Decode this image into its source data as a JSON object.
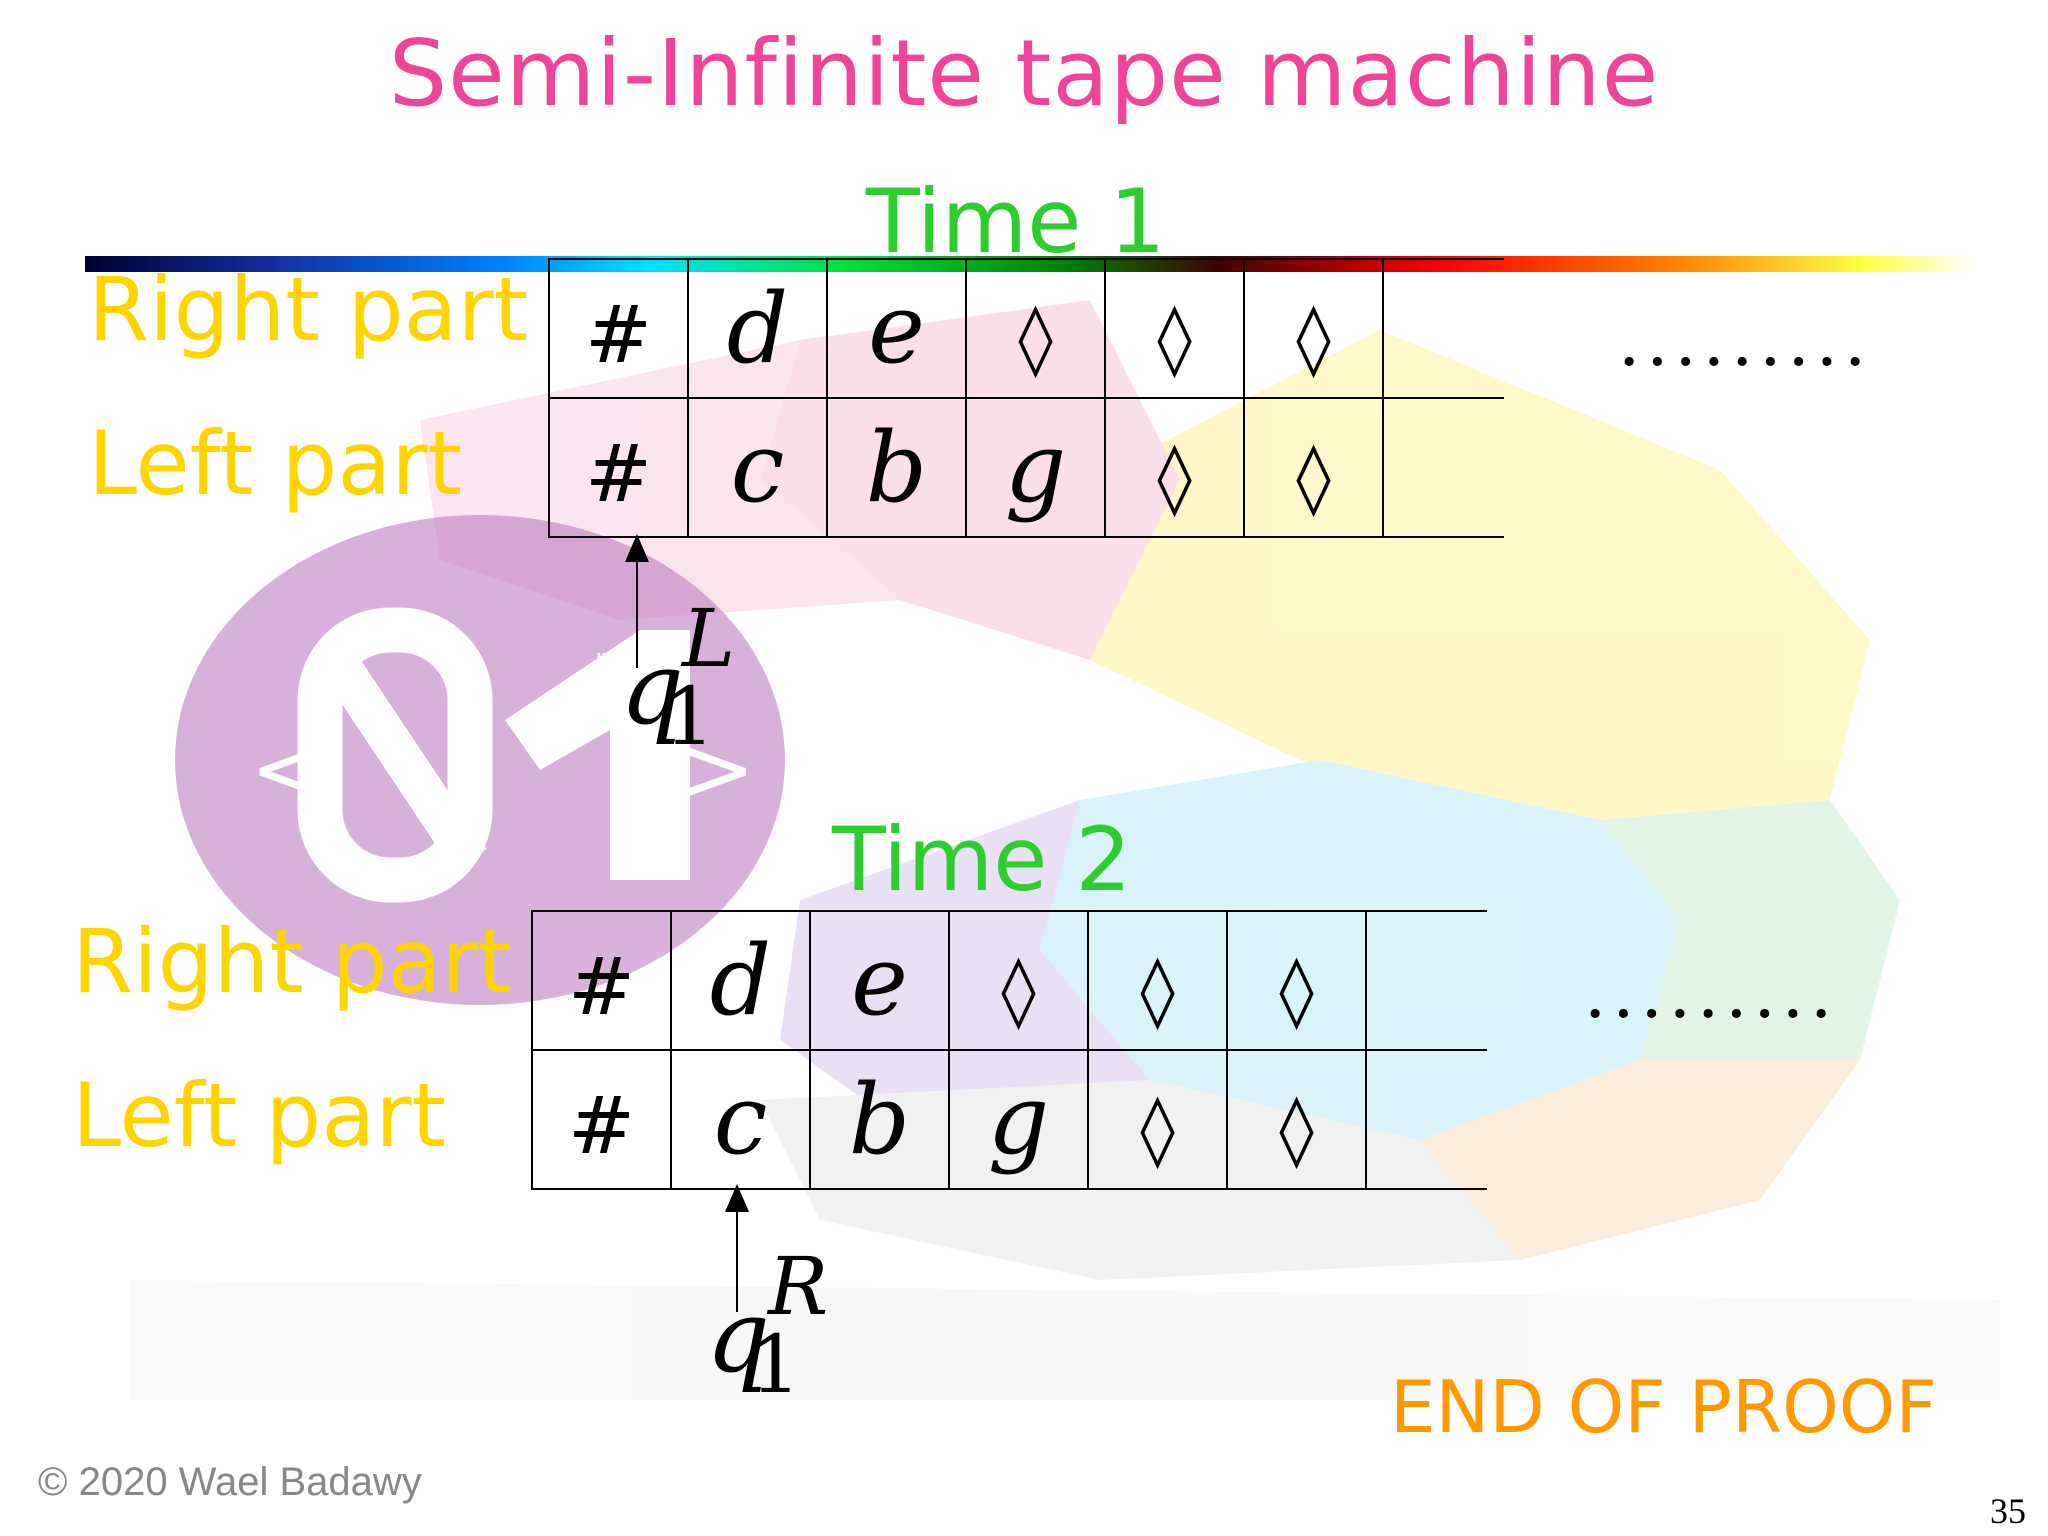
{
  "title": "Semi-Infinite tape machine",
  "time1": {
    "label": "Time 1",
    "right_label": "Right part",
    "left_label": "Left part",
    "right_cells": [
      "#",
      "d",
      "e",
      "◊",
      "◊",
      "◊"
    ],
    "left_cells": [
      "#",
      "c",
      "b",
      "g",
      "◊",
      "◊"
    ],
    "dots": ".........",
    "head": {
      "state": "q",
      "subscript": "1",
      "superscript": "L"
    }
  },
  "time2": {
    "label": "Time 2",
    "right_label": "Right part",
    "left_label": "Left part",
    "right_cells": [
      "#",
      "d",
      "e",
      "◊",
      "◊",
      "◊"
    ],
    "left_cells": [
      "#",
      "c",
      "b",
      "g",
      "◊",
      "◊"
    ],
    "dots": ".........",
    "head": {
      "state": "q",
      "subscript": "1",
      "superscript": "R"
    }
  },
  "end_text": "END OF PROOF",
  "copyright": "© 2020 Wael Badawy",
  "page_number": "35",
  "colors": {
    "title": "#f0439a",
    "time_label": "#2ecc2e",
    "part_label": "#ffd400",
    "end_text": "#ff9900",
    "copyright": "#888888"
  }
}
